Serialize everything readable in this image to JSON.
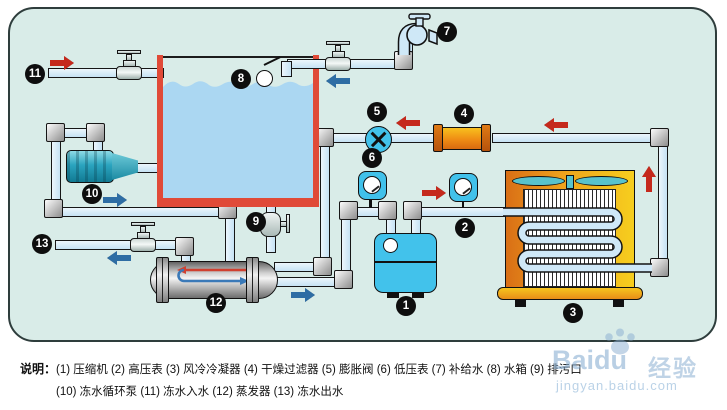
{
  "diagram": {
    "type": "air-cooled-water-chiller-piping-schematic",
    "labels": [
      {
        "num": "1",
        "name": "压缩机"
      },
      {
        "num": "2",
        "name": "高压表"
      },
      {
        "num": "3",
        "name": "风冷冷凝器"
      },
      {
        "num": "4",
        "name": "干燥过滤器"
      },
      {
        "num": "5",
        "name": "膨胀阀"
      },
      {
        "num": "6",
        "name": "低压表"
      },
      {
        "num": "7",
        "name": "补给水"
      },
      {
        "num": "8",
        "name": "水箱"
      },
      {
        "num": "9",
        "name": "排污口"
      },
      {
        "num": "10",
        "name": "冻水循环泵"
      },
      {
        "num": "11",
        "name": "冻水入水"
      },
      {
        "num": "12",
        "name": "蒸发器"
      },
      {
        "num": "13",
        "name": "冻水出水"
      }
    ],
    "legend": {
      "prefix": "说明：",
      "line1": "(1) 压缩机 (2) 高压表 (3) 风冷冷凝器 (4) 干燥过滤器 (5) 膨胀阀 (6) 低压表 (7) 补给水 (8) 水箱 (9) 排污口",
      "line2": "(10) 冻水循环泵 (11) 冻水入水 (12) 蒸发器 (13) 冻水出水"
    },
    "watermark": {
      "brand": "Baidu",
      "badge": "经验",
      "url": "jingyan.baidu.com"
    },
    "colors": {
      "frame_bg": "#d9ece8",
      "pipe": "#cde6f5",
      "tank_wall": "#e04a38",
      "water": "#abd7f2",
      "unit_cyan": "#42c2eb",
      "condenser_orange": "#e8891a",
      "arrow_red": "#c5291c",
      "arrow_blue": "#2e6da4"
    }
  }
}
